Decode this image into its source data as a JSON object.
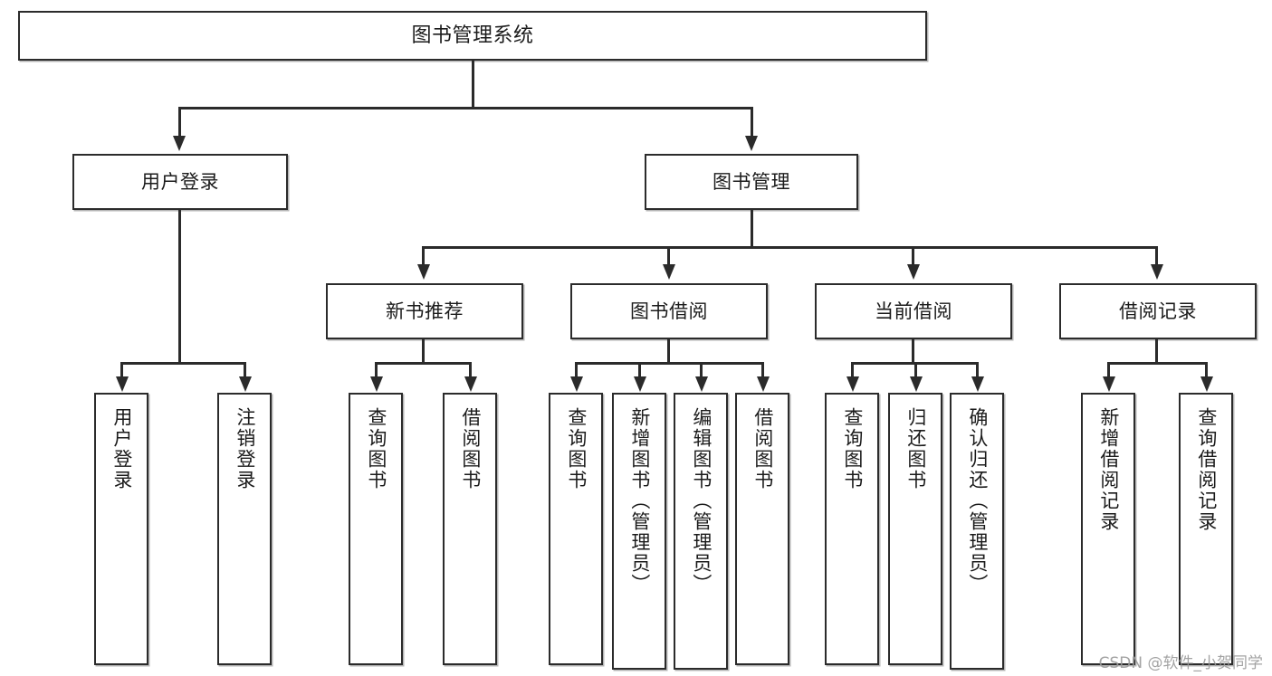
{
  "diagram": {
    "title": "图书管理系统",
    "watermark": "CSDN @软件_小贺同学",
    "colors": {
      "background": "#ffffff",
      "box_border": "#2b2b2b",
      "box_fill": "#ffffff",
      "connector": "#2b2b2b",
      "text": "#1b1b1b",
      "watermark": "#9a9a9a"
    },
    "root": {
      "label": "图书管理系统"
    },
    "level2": [
      {
        "label": "用户登录"
      },
      {
        "label": "图书管理"
      }
    ],
    "level3": [
      {
        "label": "新书推荐"
      },
      {
        "label": "图书借阅"
      },
      {
        "label": "当前借阅"
      },
      {
        "label": "借阅记录"
      }
    ],
    "leaves": {
      "user_login": [
        {
          "label": "用户登录"
        },
        {
          "label": "注销登录"
        }
      ],
      "new_book_recommend": [
        {
          "label": "查询图书"
        },
        {
          "label": "借阅图书"
        }
      ],
      "book_borrow": [
        {
          "label": "查询图书"
        },
        {
          "label": "新增图书（管理员）"
        },
        {
          "label": "编辑图书（管理员）"
        },
        {
          "label": "借阅图书"
        }
      ],
      "current_borrow": [
        {
          "label": "查询图书"
        },
        {
          "label": "归还图书"
        },
        {
          "label": "确认归还（管理员）"
        }
      ],
      "borrow_record": [
        {
          "label": "新增借阅记录"
        },
        {
          "label": "查询借阅记录"
        }
      ]
    }
  }
}
